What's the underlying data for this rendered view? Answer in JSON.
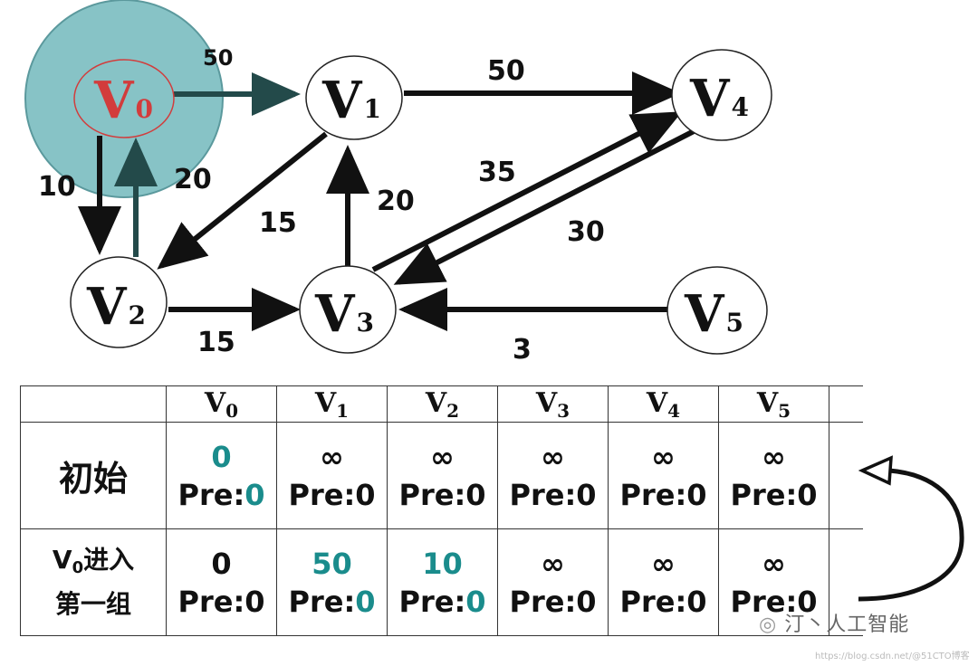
{
  "graph": {
    "nodes": [
      {
        "id": "V0",
        "letter": "V",
        "sub": "0",
        "color": "#d23c3c"
      },
      {
        "id": "V1",
        "letter": "V",
        "sub": "1",
        "color": "#111111"
      },
      {
        "id": "V2",
        "letter": "V",
        "sub": "2",
        "color": "#111111"
      },
      {
        "id": "V3",
        "letter": "V",
        "sub": "3",
        "color": "#111111"
      },
      {
        "id": "V4",
        "letter": "V",
        "sub": "4",
        "color": "#111111"
      },
      {
        "id": "V5",
        "letter": "V",
        "sub": "5",
        "color": "#111111"
      }
    ],
    "edges": [
      {
        "from": "V0",
        "to": "V1",
        "weight": "50"
      },
      {
        "from": "V0",
        "to": "V2",
        "weight": "10"
      },
      {
        "from": "V2",
        "to": "V0",
        "weight": "20"
      },
      {
        "from": "V1",
        "to": "V2",
        "weight": "15"
      },
      {
        "from": "V1",
        "to": "V4",
        "weight": "50"
      },
      {
        "from": "V2",
        "to": "V3",
        "weight": "15"
      },
      {
        "from": "V3",
        "to": "V1",
        "weight": "20"
      },
      {
        "from": "V3",
        "to": "V4",
        "weight": "35"
      },
      {
        "from": "V4",
        "to": "V3",
        "weight": "30"
      },
      {
        "from": "V5",
        "to": "V3",
        "weight": "3"
      }
    ],
    "highlight_color": "#7bbdc0",
    "accent_color": "#1a8c8c"
  },
  "table": {
    "columns": [
      {
        "letter": "V",
        "sub": "0"
      },
      {
        "letter": "V",
        "sub": "1"
      },
      {
        "letter": "V",
        "sub": "2"
      },
      {
        "letter": "V",
        "sub": "3"
      },
      {
        "letter": "V",
        "sub": "4"
      },
      {
        "letter": "V",
        "sub": "5"
      }
    ],
    "row_init": {
      "title": "初始",
      "cells": [
        {
          "dist": "0",
          "pre_label": "Pre:",
          "pre": "0"
        },
        {
          "dist": "∞",
          "pre_label": "Pre:",
          "pre": "0"
        },
        {
          "dist": "∞",
          "pre_label": "Pre:",
          "pre": "0"
        },
        {
          "dist": "∞",
          "pre_label": "Pre:",
          "pre": "0"
        },
        {
          "dist": "∞",
          "pre_label": "Pre:",
          "pre": "0"
        },
        {
          "dist": "∞",
          "pre_label": "Pre:",
          "pre": "0"
        }
      ]
    },
    "row_v0": {
      "title_letter": "V",
      "title_sub": "0",
      "title_rest": "进入",
      "title_line2": "第一组",
      "cells": [
        {
          "dist": "0",
          "pre_label": "Pre:",
          "pre": "0"
        },
        {
          "dist": "50",
          "pre_label": "Pre:",
          "pre": "0"
        },
        {
          "dist": "10",
          "pre_label": "Pre:",
          "pre": "0"
        },
        {
          "dist": "∞",
          "pre_label": "Pre:",
          "pre": "0"
        },
        {
          "dist": "∞",
          "pre_label": "Pre:",
          "pre": "0"
        },
        {
          "dist": "∞",
          "pre_label": "Pre:",
          "pre": "0"
        }
      ]
    }
  },
  "watermark": {
    "text": "汀丶人工智能",
    "small": "https://blog.csdn.net/@51CTO博客"
  }
}
